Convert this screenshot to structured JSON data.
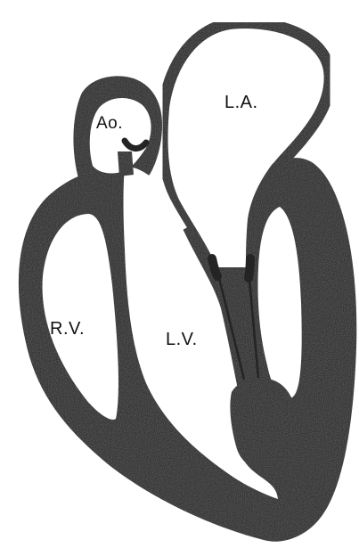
{
  "colors": {
    "muscle": "#242424",
    "cavity": "#ffffff",
    "ink": "#111111"
  },
  "labels": {
    "aorta": "Ao.",
    "left_atrium": "L.A.",
    "right_ventricle": "R.V.",
    "left_ventricle": "L.V."
  }
}
